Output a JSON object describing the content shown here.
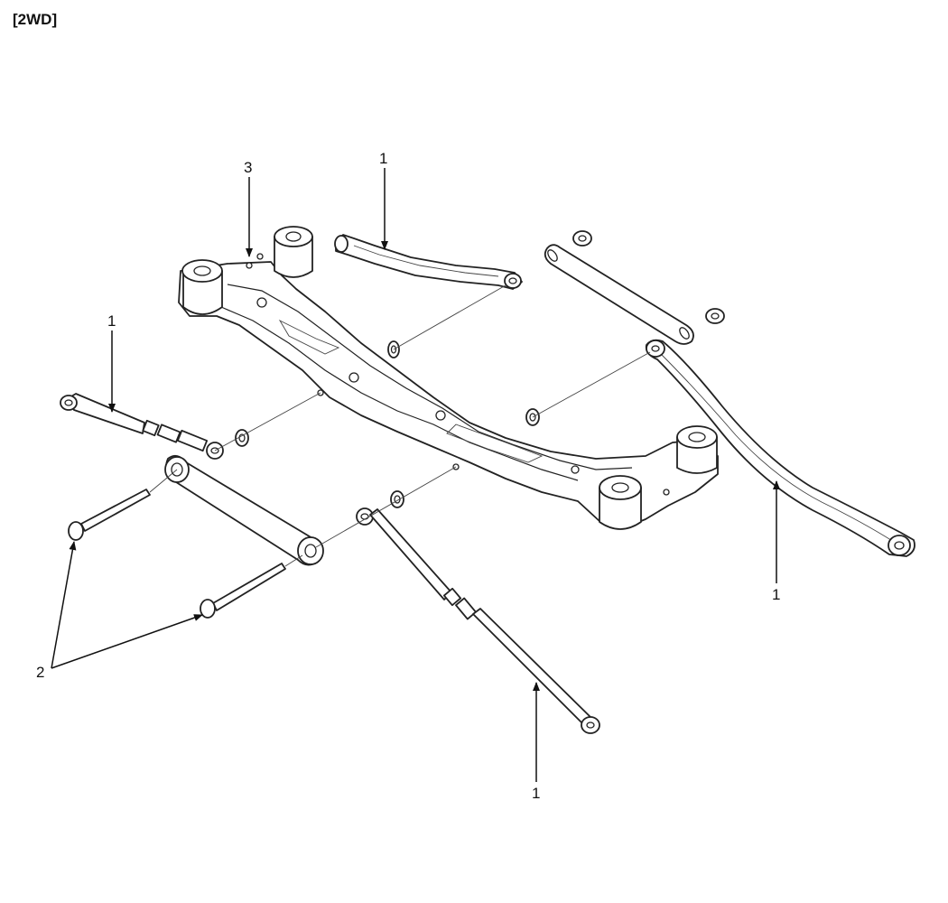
{
  "title": "[2WD]",
  "callouts": [
    {
      "id": "c1a",
      "text": "3"
    },
    {
      "id": "c1b",
      "text": "1"
    },
    {
      "id": "c1c",
      "text": "1"
    },
    {
      "id": "c1d",
      "text": "1"
    },
    {
      "id": "c1e",
      "text": "2"
    },
    {
      "id": "c1f",
      "text": "1"
    }
  ]
}
